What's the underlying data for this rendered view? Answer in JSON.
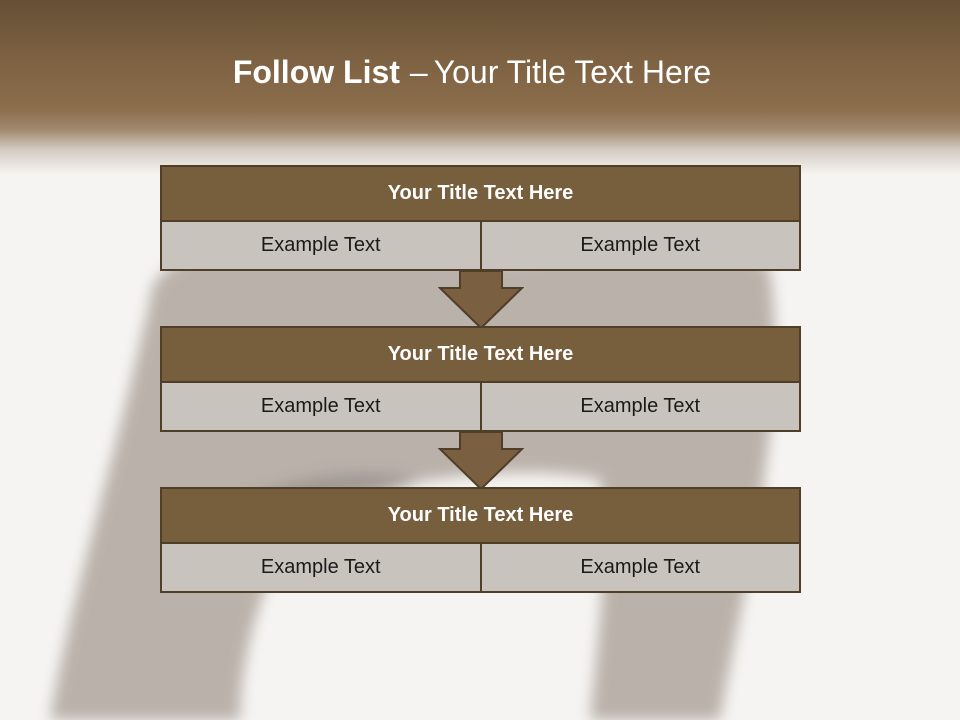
{
  "slide": {
    "title_bold": "Follow List",
    "title_dash": "–",
    "title_rest": "Your Title Text Here"
  },
  "blocks": [
    {
      "title": "Your Title Text Here",
      "left": "Example Text",
      "right": "Example Text"
    },
    {
      "title": "Your Title Text Here",
      "left": "Example Text",
      "right": "Example Text"
    },
    {
      "title": "Your Title Text Here",
      "left": "Example Text",
      "right": "Example Text"
    }
  ],
  "colors": {
    "header_brown": "#7a5f40",
    "block_title_fill": "#775e3d",
    "block_cell_fill": "#c9c3bd",
    "border": "#4f3e28"
  },
  "icons": {
    "connector": "down-arrow-icon"
  }
}
